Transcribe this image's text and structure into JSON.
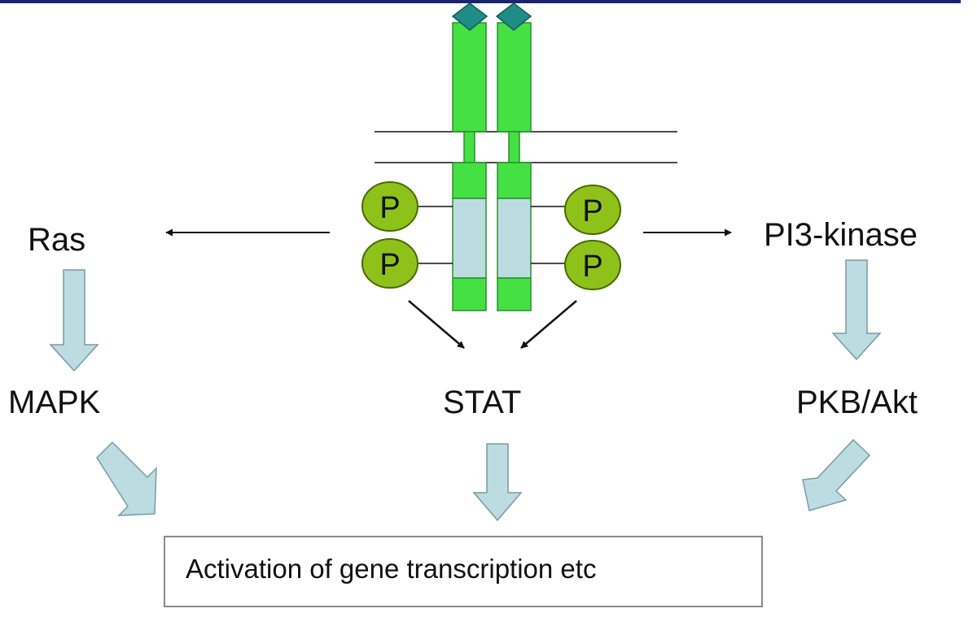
{
  "labels": {
    "ras": "Ras",
    "mapk": "MAPK",
    "stat": "STAT",
    "pi3k": "PI3-kinase",
    "pkb": "PKB/Akt",
    "phospho": "P",
    "output": "Activation of gene transcription etc"
  },
  "colors": {
    "top_rule": "#1a2470",
    "receptor_green": "#44e044",
    "receptor_stroke": "#2a8f2a",
    "receptor_lightblue": "#bcdce2",
    "ligand_teal": "#1f8c86",
    "phospho_fill": "#8ec21a",
    "phospho_stroke": "#4a6a00",
    "block_arrow_fill": "#bcdce2",
    "block_arrow_stroke": "#7a9aa2",
    "line": "#111111"
  }
}
